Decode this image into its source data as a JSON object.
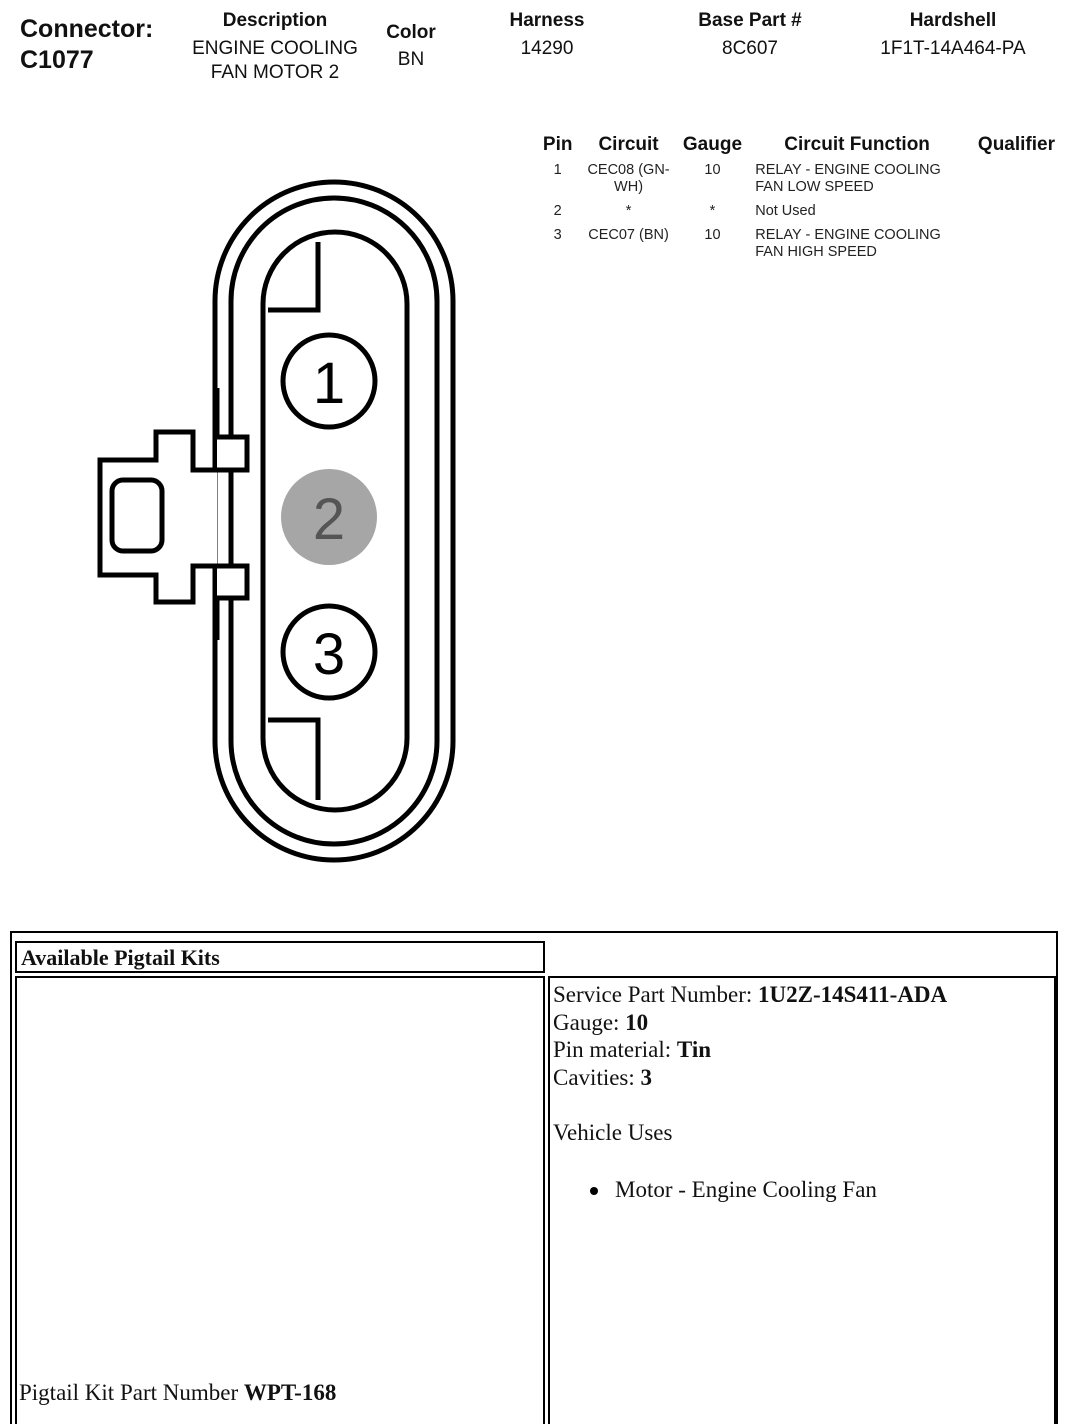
{
  "header": {
    "connector_label": "Connector:",
    "connector_id": "C1077",
    "columns": [
      {
        "label": "Description",
        "value_lines": [
          "ENGINE COOLING",
          "FAN MOTOR 2"
        ]
      },
      {
        "label": "Color",
        "value_lines": [
          "BN"
        ]
      },
      {
        "label": "Harness",
        "value_lines": [
          "14290"
        ]
      },
      {
        "label": "Base Part #",
        "value_lines": [
          "8C607"
        ]
      },
      {
        "label": "Hardshell",
        "value_lines": [
          "1F1T-14A464-PA"
        ]
      }
    ]
  },
  "pin_table": {
    "headers": [
      "Pin",
      "Circuit",
      "Gauge",
      "Circuit Function",
      "Qualifier"
    ],
    "rows": [
      {
        "pin": "1",
        "circuit_lines": [
          "CEC08 (GN-",
          "WH)"
        ],
        "gauge": "10",
        "function_lines": [
          "RELAY - ENGINE COOLING",
          "FAN LOW SPEED"
        ],
        "qualifier": ""
      },
      {
        "pin": "2",
        "circuit_lines": [
          "*"
        ],
        "gauge": "*",
        "function_lines": [
          "Not Used"
        ],
        "qualifier": ""
      },
      {
        "pin": "3",
        "circuit_lines": [
          "CEC07 (BN)"
        ],
        "gauge": "10",
        "function_lines": [
          "RELAY - ENGINE COOLING",
          "FAN HIGH SPEED"
        ],
        "qualifier": ""
      }
    ]
  },
  "diagram": {
    "pins": [
      {
        "label": "1",
        "state": "used"
      },
      {
        "label": "2",
        "state": "not-used"
      },
      {
        "label": "3",
        "state": "used"
      }
    ],
    "colors": {
      "outline": "#000000",
      "unused_fill": "#a6a6a6",
      "unused_text": "#555555"
    }
  },
  "pigtail": {
    "title": "Available Pigtail Kits",
    "service_part_label": "Service Part Number:",
    "service_part_value": "1U2Z-14S411-ADA",
    "gauge_label": "Gauge:",
    "gauge_value": "10",
    "pin_material_label": "Pin material:",
    "pin_material_value": "Tin",
    "cavities_label": "Cavities:",
    "cavities_value": "3",
    "vehicle_uses_label": "Vehicle Uses",
    "vehicle_uses": [
      "Motor - Engine Cooling Fan"
    ],
    "kit_part_label": "Pigtail Kit Part Number",
    "kit_part_value": "WPT-168"
  }
}
